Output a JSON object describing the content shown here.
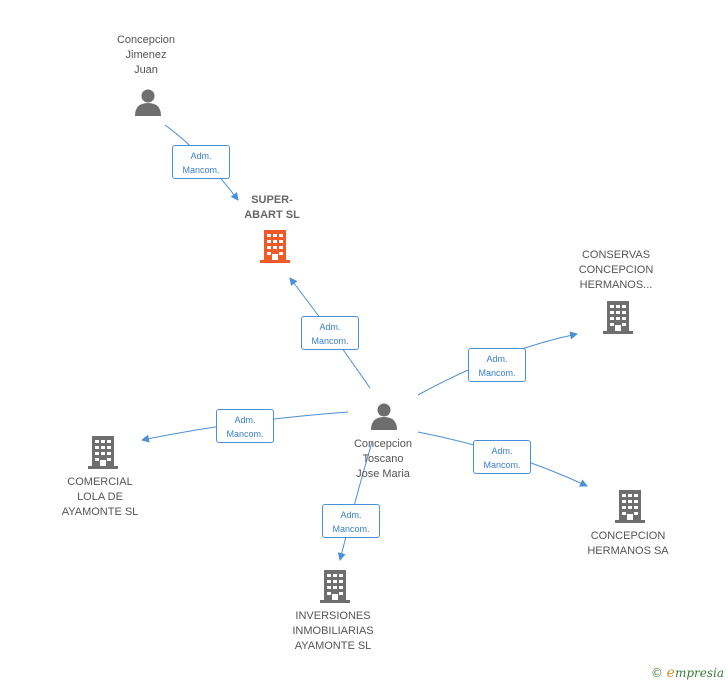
{
  "nodes": {
    "jimenez": {
      "label": "Concepcion\nJimenez\nJuan",
      "type": "person"
    },
    "super_abart": {
      "label": "SUPER-\nABART  SL",
      "type": "company-main",
      "color": "#f05a28"
    },
    "conservas": {
      "label": "CONSERVAS\nCONCEPCION\nHERMANOS...",
      "type": "company"
    },
    "toscano": {
      "label": "Concepcion\nToscano\nJose Maria",
      "type": "person"
    },
    "comercial": {
      "label": "COMERCIAL\nLOLA DE\nAYAMONTE  SL",
      "type": "company"
    },
    "hermanos_sa": {
      "label": "CONCEPCION\nHERMANOS SA",
      "type": "company"
    },
    "inversiones": {
      "label": "INVERSIONES\nINMOBILIARIAS\nAYAMONTE  SL",
      "type": "company"
    }
  },
  "edges": [
    {
      "id": "e1",
      "label_line1": "Adm.",
      "label_line2": "Mancom."
    },
    {
      "id": "e2",
      "label_line1": "Adm.",
      "label_line2": "Mancom."
    },
    {
      "id": "e3",
      "label_line1": "Adm.",
      "label_line2": "Mancom."
    },
    {
      "id": "e4",
      "label_line1": "Adm.",
      "label_line2": "Mancom."
    },
    {
      "id": "e5",
      "label_line1": "Adm.",
      "label_line2": "Mancom."
    },
    {
      "id": "e6",
      "label_line1": "Adm.",
      "label_line2": "Mancom."
    }
  ],
  "colors": {
    "edge": "#4a90d9",
    "icon_gray": "#6e6e6e",
    "main_company": "#f05a28"
  },
  "brand": {
    "symbol": "©",
    "name": "mpresia",
    "initial": "e"
  }
}
